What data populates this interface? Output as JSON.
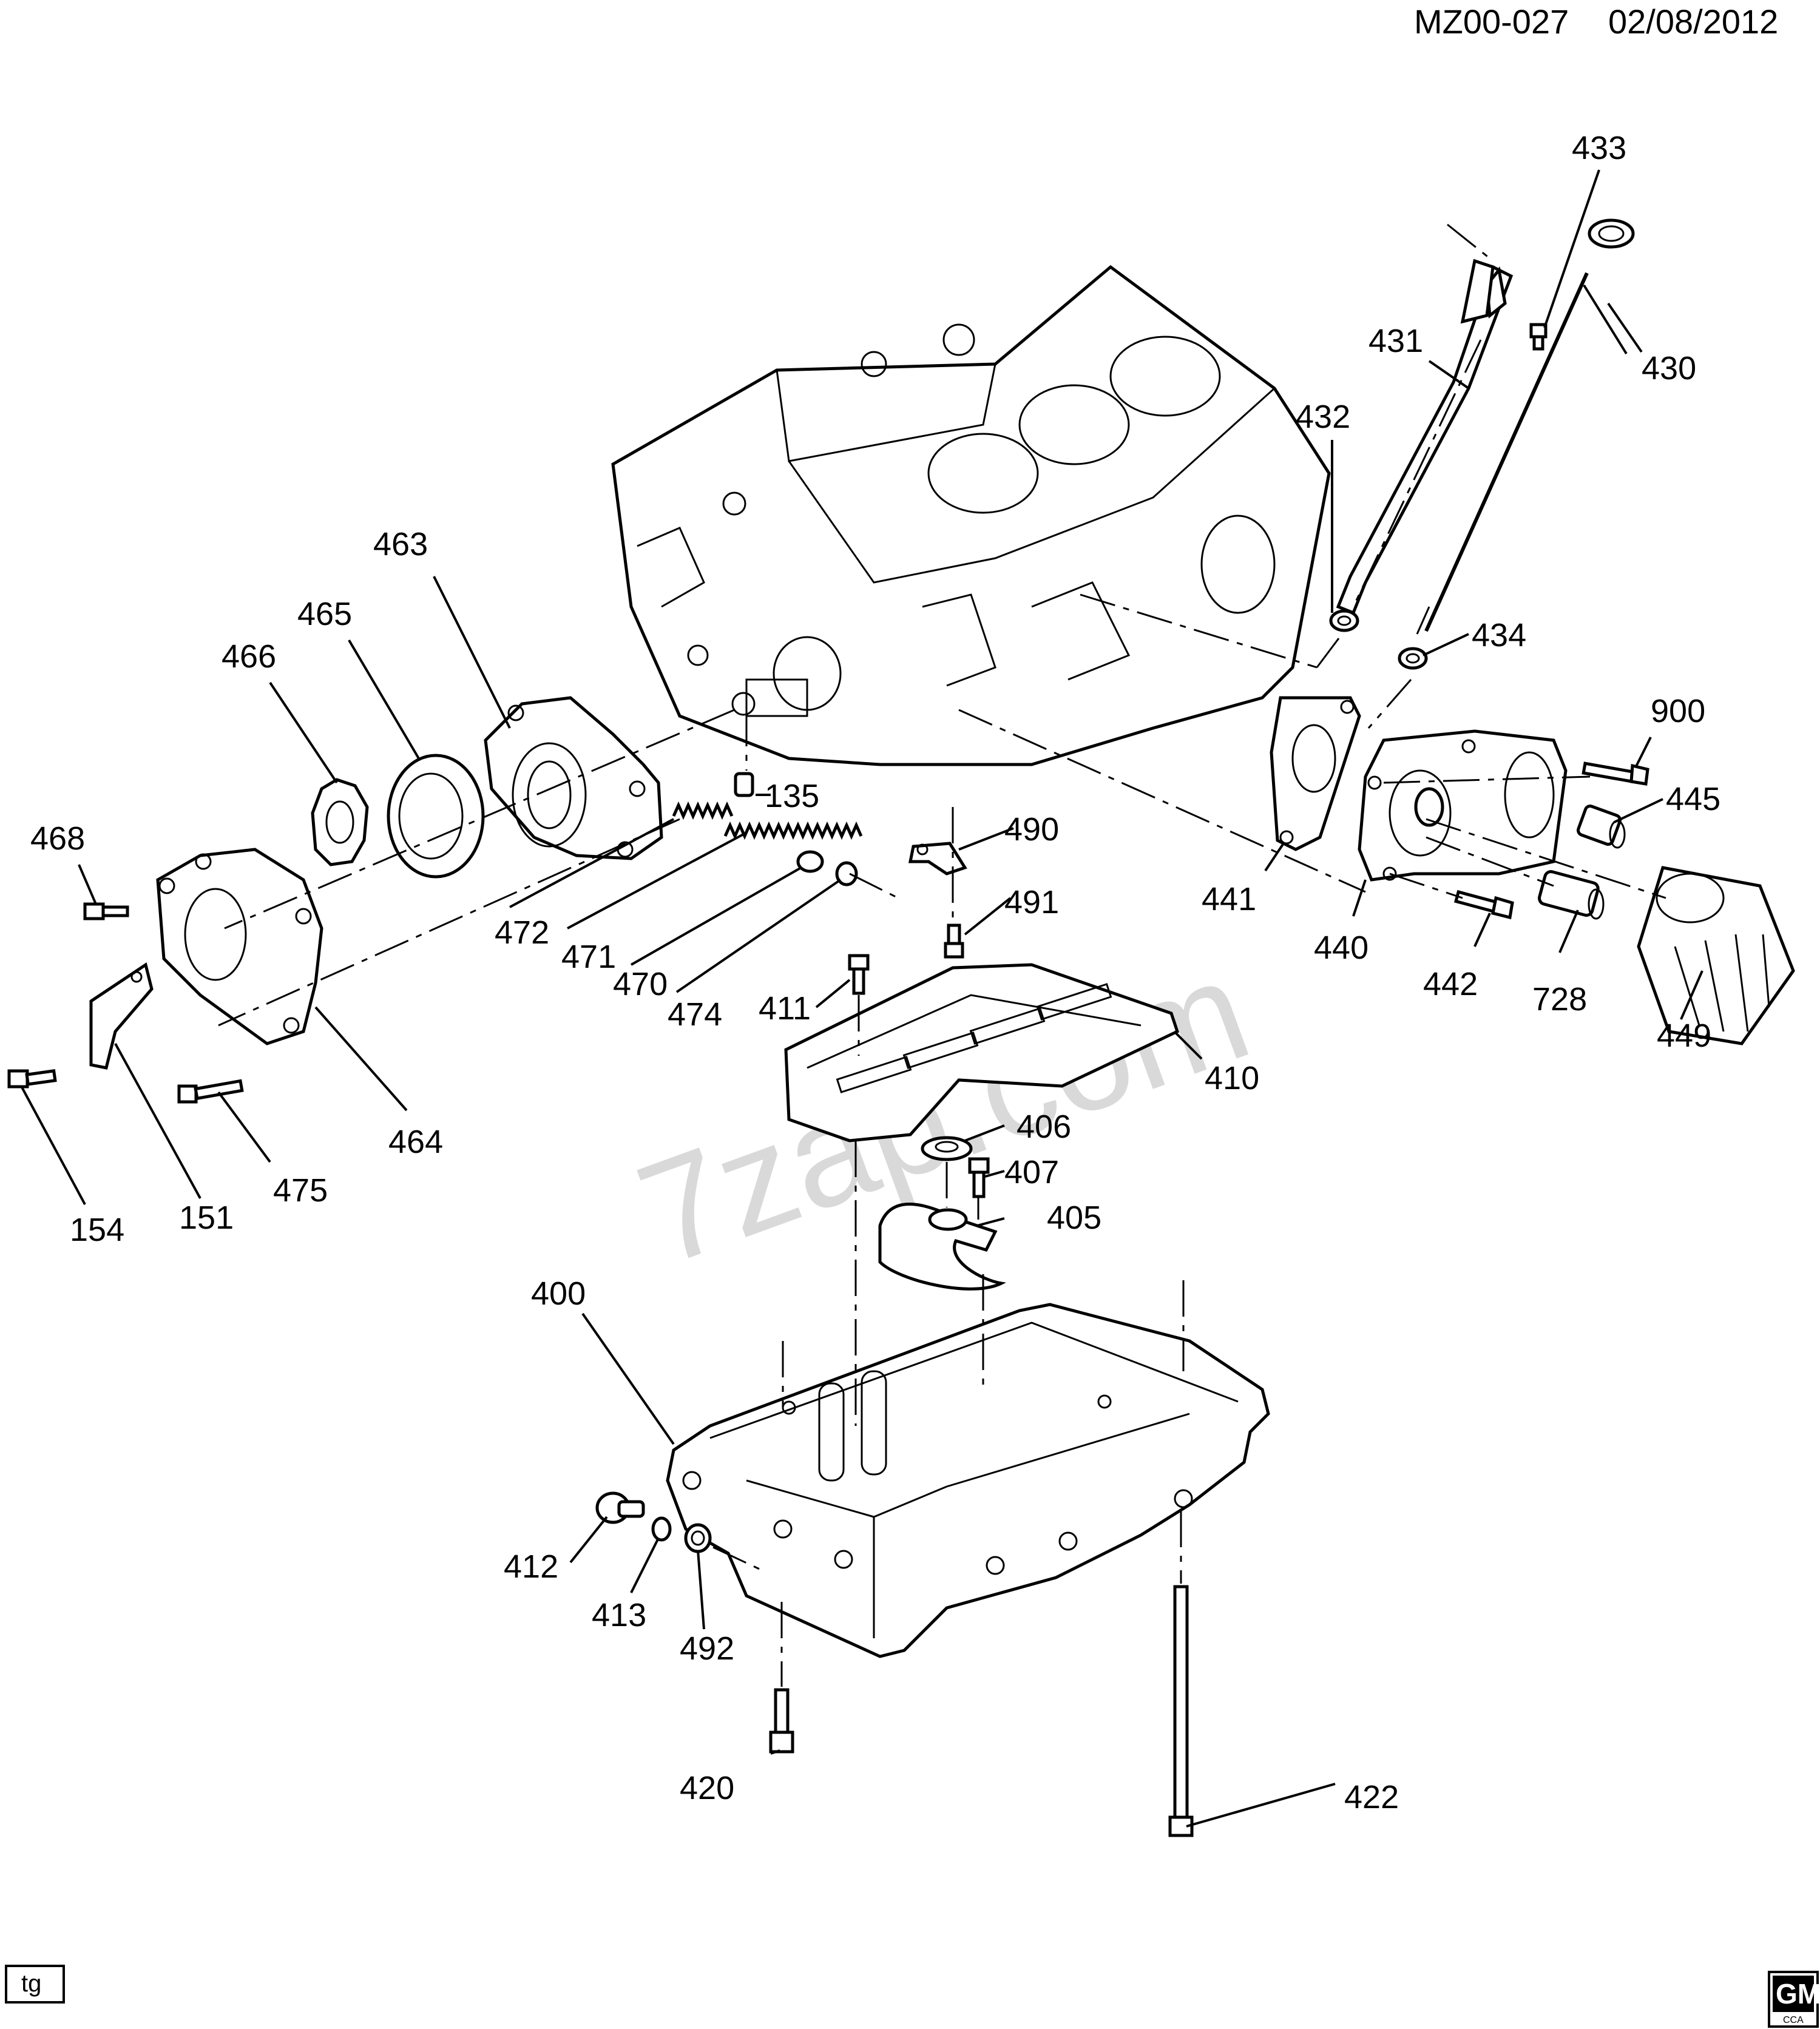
{
  "header": {
    "diagram_code": "MZ00-027",
    "date": "02/08/2012"
  },
  "watermark": "7zap.com",
  "footer": {
    "tag": "tg",
    "brand": "GM",
    "brand_sub": "CCA"
  },
  "callouts": {
    "c433": "433",
    "c431": "431",
    "c430": "430",
    "c432": "432",
    "c434": "434",
    "c463": "463",
    "c465": "465",
    "c466": "466",
    "c135": "135",
    "c900": "900",
    "c445": "445",
    "c468": "468",
    "c490": "490",
    "c441": "441",
    "c491": "491",
    "c440": "440",
    "c442": "442",
    "c728": "728",
    "c472": "472",
    "c471": "471",
    "c470": "470",
    "c474": "474",
    "c411": "411",
    "c449": "449",
    "c410": "410",
    "c464": "464",
    "c406": "406",
    "c475": "475",
    "c407": "407",
    "c154": "154",
    "c151": "151",
    "c405": "405",
    "c400": "400",
    "c412": "412",
    "c413": "413",
    "c492": "492",
    "c420": "420",
    "c422": "422"
  }
}
